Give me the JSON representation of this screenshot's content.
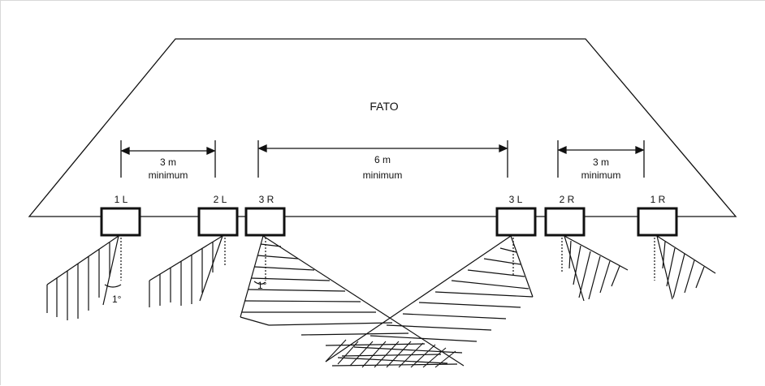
{
  "diagram": {
    "area_label": "FATO",
    "lights": [
      {
        "id": "light-1l",
        "label": "1 L"
      },
      {
        "id": "light-2l",
        "label": "2 L"
      },
      {
        "id": "light-3r",
        "label": "3 R"
      },
      {
        "id": "light-3l",
        "label": "3 L"
      },
      {
        "id": "light-2r",
        "label": "2 R"
      },
      {
        "id": "light-1r",
        "label": "1 R"
      }
    ],
    "dimensions": [
      {
        "id": "dim-left",
        "value": "3 m",
        "note": "minimum"
      },
      {
        "id": "dim-center",
        "value": "6 m",
        "note": "minimum"
      },
      {
        "id": "dim-right",
        "value": "3 m",
        "note": "minimum"
      }
    ],
    "angle_labels": [
      "1°",
      "1°"
    ]
  }
}
